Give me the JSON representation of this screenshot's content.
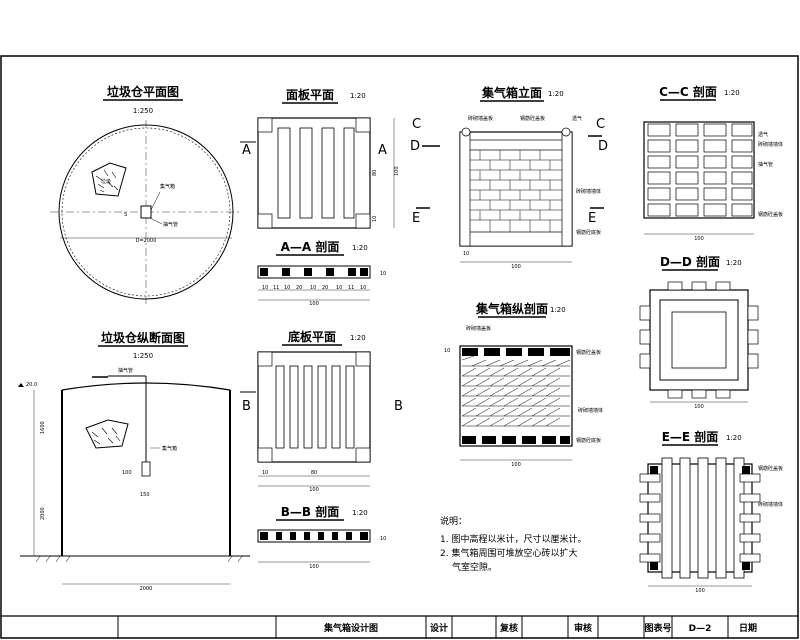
{
  "views": {
    "plan": {
      "title": "垃圾仓平面图",
      "scale": "1:250",
      "collector_label": "集气箱",
      "pipe_label": "抽气管",
      "trash_label": "垃圾",
      "dim_diam": "D=2000",
      "dim_s": "S"
    },
    "section": {
      "title": "垃圾仓纵断面图",
      "scale": "1:250",
      "pipe_label": "抽气管",
      "collector_label": "集气箱",
      "elev": "20.0",
      "dim_1600": "1600",
      "dim_2000": "2000",
      "dim_base": "2000",
      "dim_100": "100",
      "dim_150": "150"
    },
    "panel": {
      "title": "面板平面",
      "scale": "1:20",
      "cut_a": "A",
      "dim_100": "100",
      "dim_10": "10",
      "dim_80": "80"
    },
    "aa": {
      "title": "A—A 剖面",
      "scale": "1:20",
      "dims": [
        "10",
        "11",
        "10",
        "20",
        "10",
        "20",
        "10",
        "11",
        "10"
      ],
      "total": "100",
      "h": "10"
    },
    "base": {
      "title": "底板平面",
      "scale": "1:20",
      "cut_b": "B",
      "dim_100": "100",
      "dim_10": "10",
      "dim_80": "80"
    },
    "bb": {
      "title": "B—B 剖面",
      "scale": "1:20",
      "total": "100",
      "h": "10"
    },
    "elevation": {
      "title": "集气箱立面",
      "scale": "1:20",
      "cut_c": "C",
      "cut_d": "D",
      "cut_e": "E",
      "label_top": "砖砌墙盖板",
      "label_mid": "钢筋砼盖板",
      "label_vent": "透气",
      "label_wall": "砖砌墙墙体",
      "label_base": "钢筋砼底板",
      "dim_100": "100",
      "dim_10": "10"
    },
    "long_section": {
      "title": "集气箱纵剖面",
      "scale": "1:20",
      "label_top": "砖砌墙盖板",
      "label_mid": "钢筋砼盖板",
      "label_wall": "砖砌墙墙体",
      "label_base": "钢筋砼底板",
      "dim_100": "100",
      "dim_10": "10"
    },
    "cc": {
      "title": "C—C 剖面",
      "scale": "1:20",
      "label_1": "透气",
      "label_2": "砖砌墙墙体",
      "label_3": "抽气管",
      "label_4": "钢筋砼盖板",
      "dim": "100"
    },
    "dd": {
      "title": "D—D 剖面",
      "scale": "1:20",
      "dim": "100"
    },
    "ee": {
      "title": "E—E 剖面",
      "scale": "1:20",
      "label_1": "钢筋砼盖板",
      "label_2": "砖砌墙墙体",
      "dim": "100"
    }
  },
  "notes": {
    "heading": "说明：",
    "items": [
      "1. 图中高程以米计，尺寸以厘米计。",
      "2. 集气箱周围可堆放空心砖以扩大",
      "气室空隙。"
    ]
  },
  "title_block": {
    "drawing_name": "集气箱设计图",
    "design": "设计",
    "review": "复核",
    "approve": "审核",
    "sheet_no_label": "图表号",
    "sheet_no": "D—2",
    "date": "日期"
  }
}
